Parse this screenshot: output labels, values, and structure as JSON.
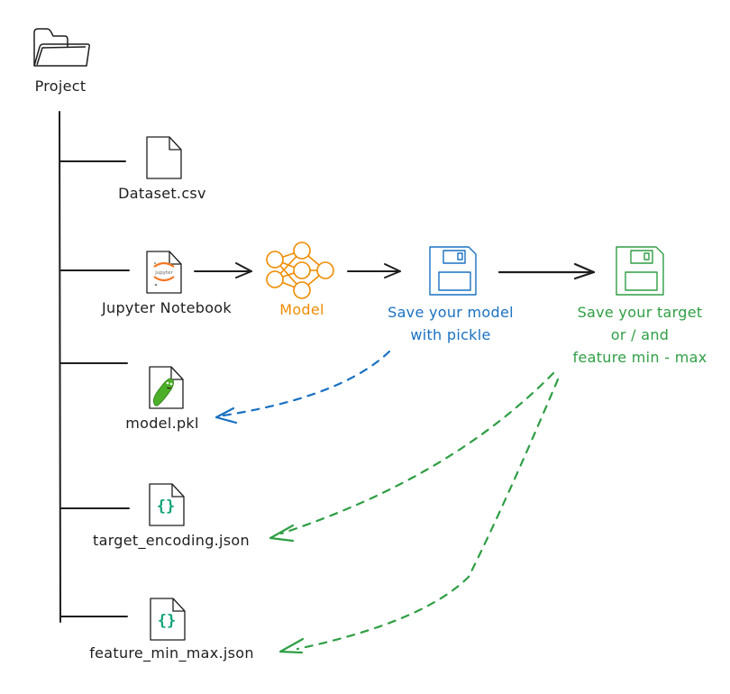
{
  "colors": {
    "ink": "#1e1e1e",
    "blue": "#1971c2",
    "green": "#2f9e44",
    "orange": "#f08c00",
    "json_teal": "#12a37a",
    "pickle_green": "#4caf2a",
    "jupyter_orange": "#f37726"
  },
  "root": {
    "label": "Project",
    "icon": "folder-icon"
  },
  "files": [
    {
      "label": "Dataset.csv",
      "icon": "file-icon"
    },
    {
      "label": "Jupyter Notebook",
      "icon": "jupyter-file-icon",
      "icon_text": "jupyter"
    },
    {
      "label": "model.pkl",
      "icon": "pickle-file-icon"
    },
    {
      "label": "target_encoding.json",
      "icon": "json-file-icon",
      "icon_text": "{}"
    },
    {
      "label": "feature_min_max.json",
      "icon": "json-file-icon",
      "icon_text": "{}"
    }
  ],
  "pipeline": {
    "model": {
      "label": "Model",
      "icon": "neural-network-icon"
    },
    "save_model": {
      "label": "Save your model\nwith pickle",
      "icon": "floppy-disk-icon"
    },
    "save_target": {
      "label": "Save your target\nor / and\nfeature min - max",
      "icon": "floppy-disk-icon"
    }
  },
  "connections": [
    {
      "from": "Jupyter Notebook",
      "to": "Model",
      "style": "solid"
    },
    {
      "from": "Model",
      "to": "Save your model with pickle",
      "style": "solid"
    },
    {
      "from": "Save your model with pickle",
      "to": "Save your target or / and feature min - max",
      "style": "solid"
    },
    {
      "from": "Save your model with pickle",
      "to": "model.pkl",
      "style": "dashed"
    },
    {
      "from": "Save your target or / and feature min - max",
      "to": "target_encoding.json",
      "style": "dashed"
    },
    {
      "from": "Save your target or / and feature min - max",
      "to": "feature_min_max.json",
      "style": "dashed"
    }
  ]
}
